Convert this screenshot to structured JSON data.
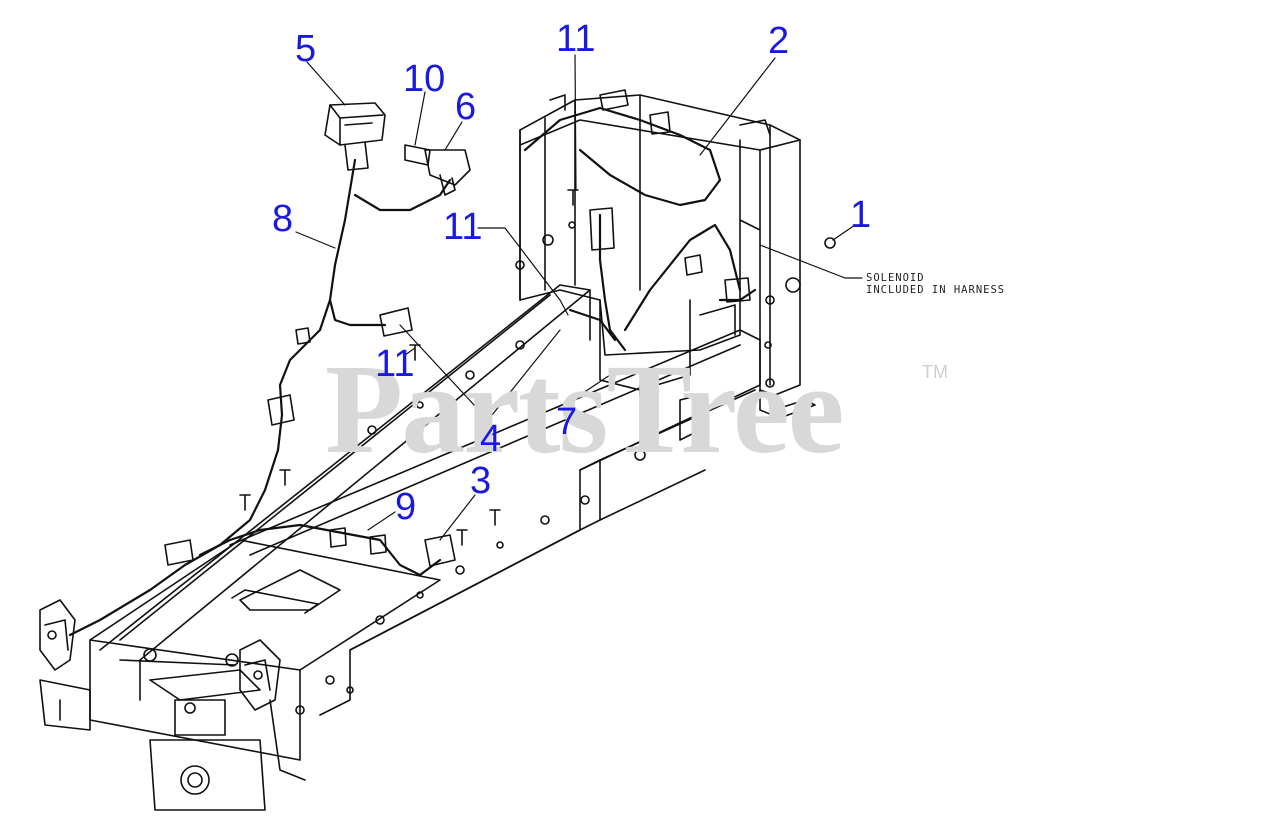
{
  "watermark": {
    "brand": "PartsTree",
    "tm": "TM"
  },
  "callouts": [
    {
      "id": "c5",
      "label": "5"
    },
    {
      "id": "c10",
      "label": "10"
    },
    {
      "id": "c6",
      "label": "6"
    },
    {
      "id": "c11a",
      "label": "11"
    },
    {
      "id": "c2",
      "label": "2"
    },
    {
      "id": "c1",
      "label": "1"
    },
    {
      "id": "c8",
      "label": "8"
    },
    {
      "id": "c11b",
      "label": "11"
    },
    {
      "id": "c11c",
      "label": "11"
    },
    {
      "id": "c4",
      "label": "4"
    },
    {
      "id": "c7",
      "label": "7"
    },
    {
      "id": "c3",
      "label": "3"
    },
    {
      "id": "c9",
      "label": "9"
    }
  ],
  "note": {
    "line1": "SOLENOID",
    "line2": "INCLUDED IN HARNESS"
  },
  "colors": {
    "callout": "#1a1adf",
    "line": "#111111",
    "watermark": "#d8d8d8"
  }
}
